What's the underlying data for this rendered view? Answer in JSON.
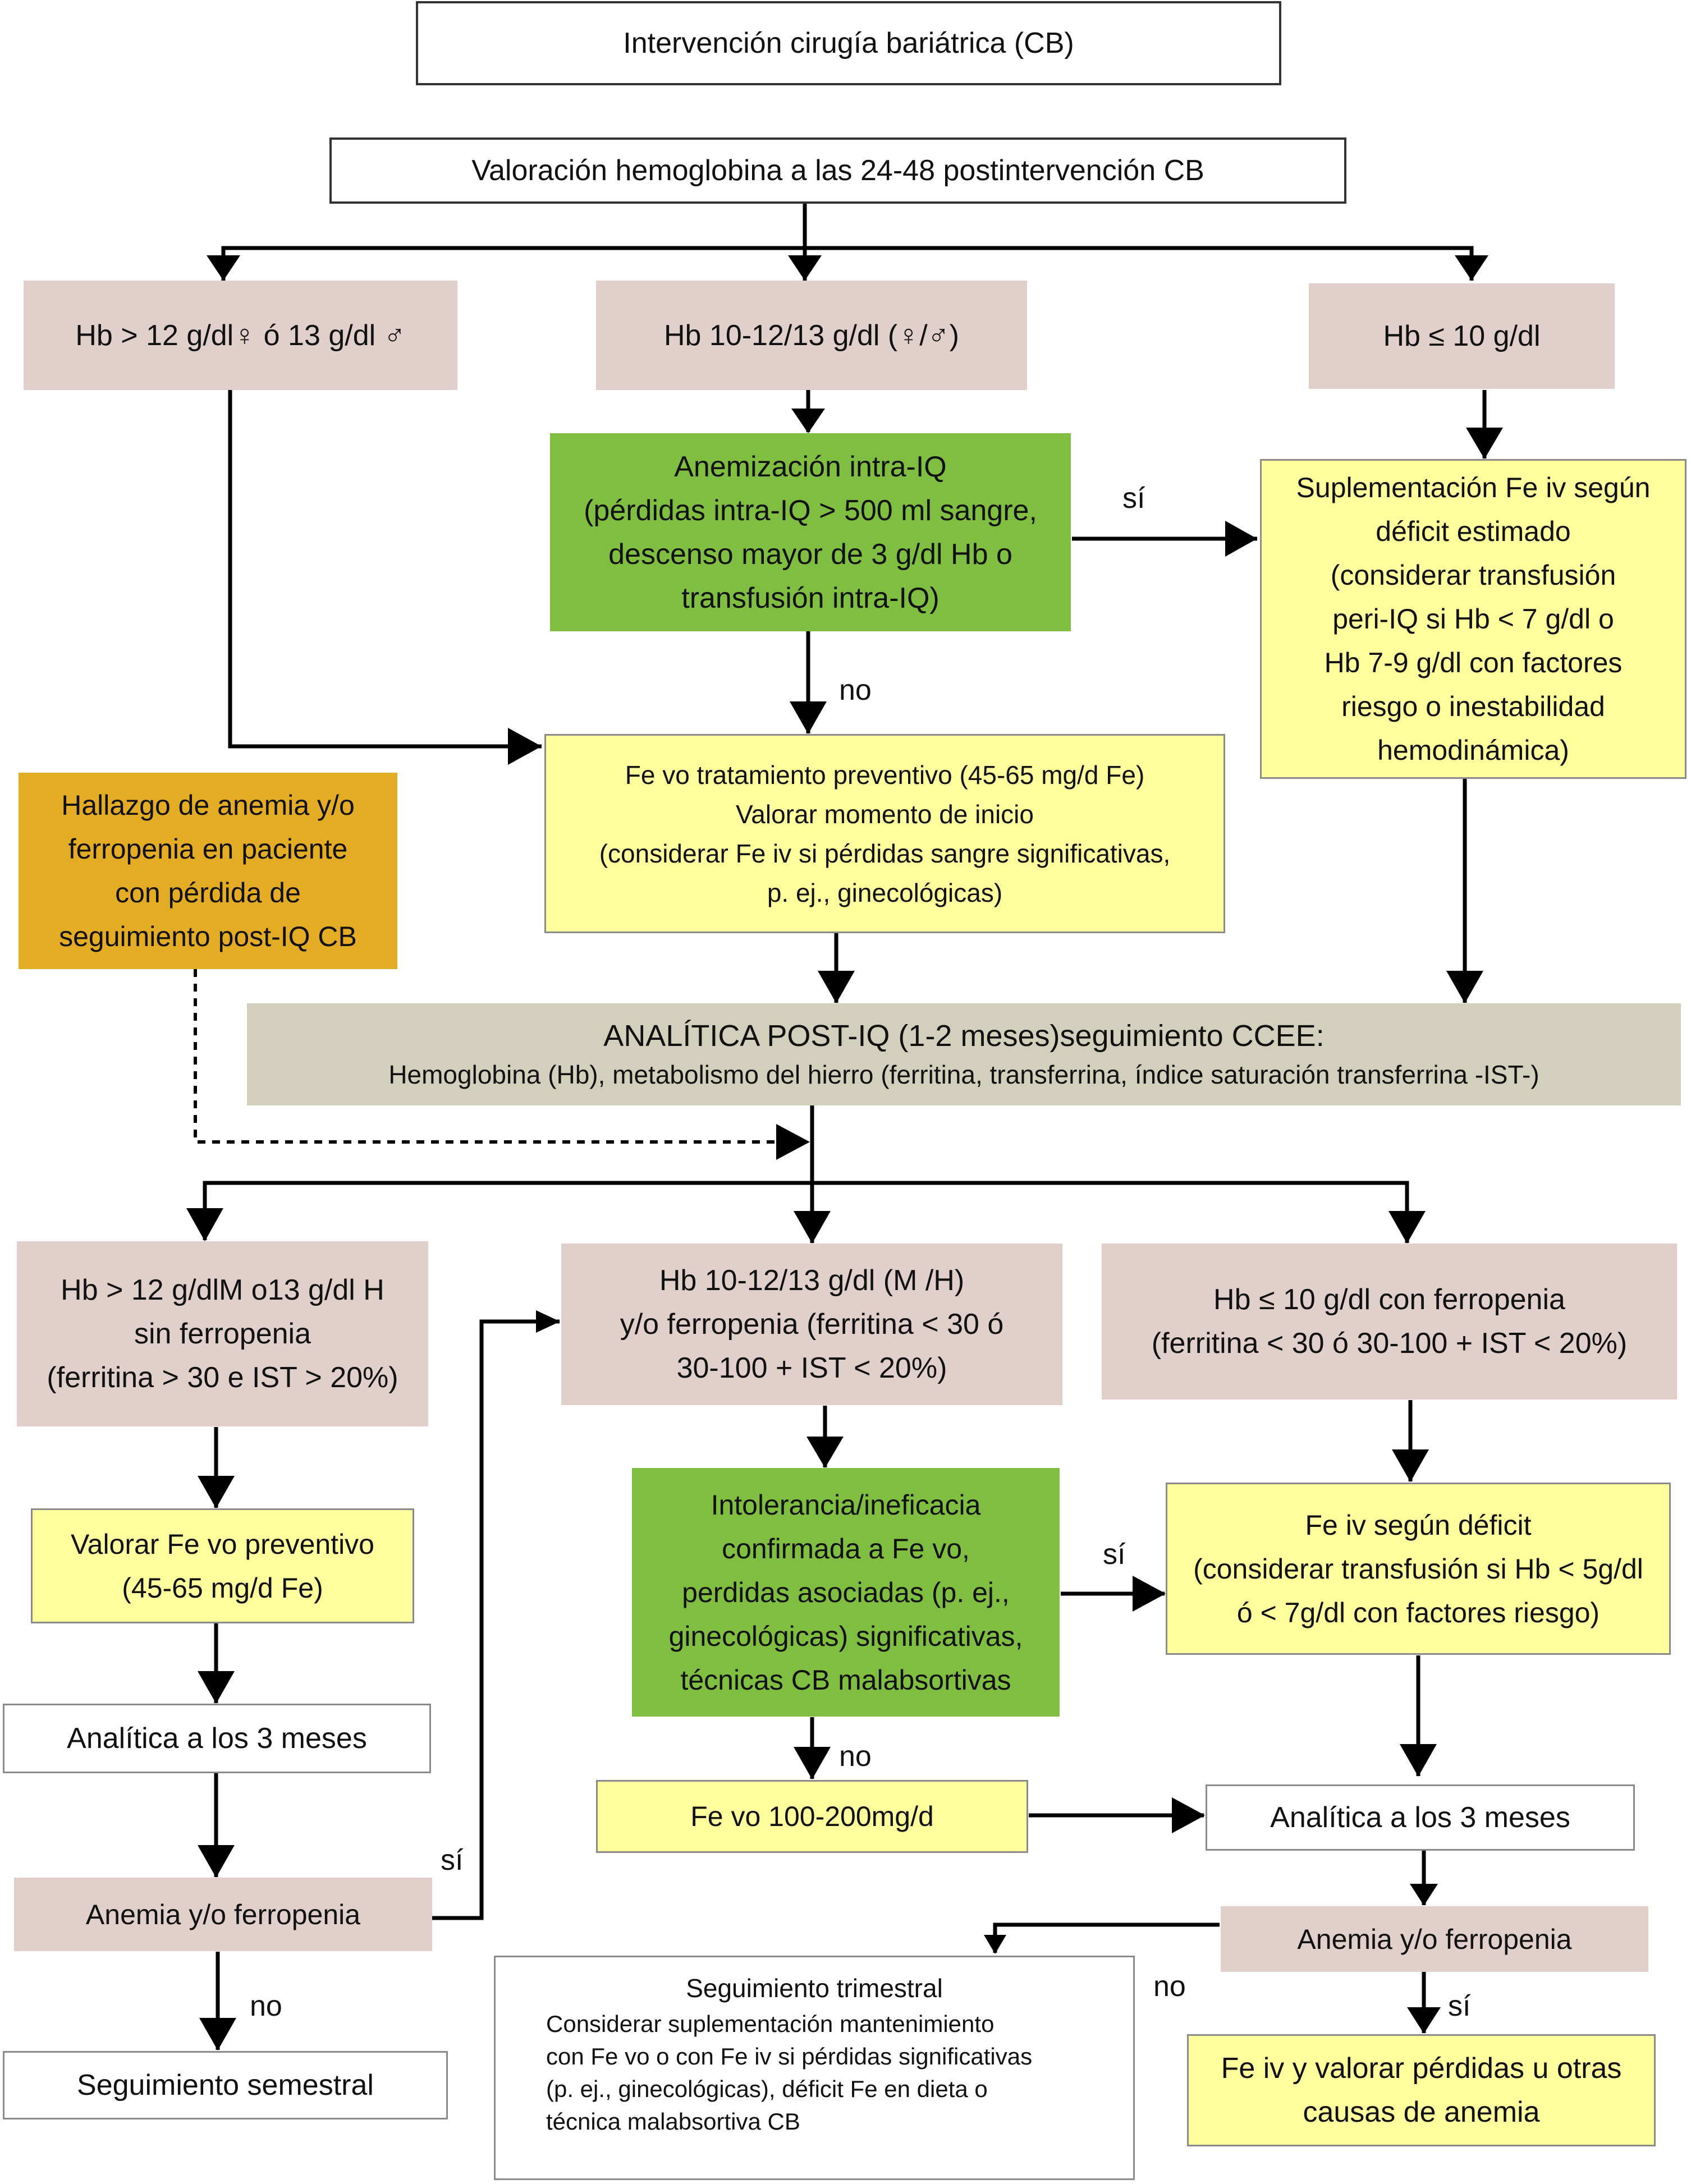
{
  "top": {
    "title": "Intervención cirugía bariátrica (CB)",
    "valoracion": "Valoración hemoglobina a las 24-48 postintervención CB"
  },
  "row1": {
    "left": "Hb > 12 g/dl♀ ó 13 g/dl ♂",
    "center": "Hb 10-12/13 g/dl (♀/♂)",
    "right": "Hb ≤ 10 g/dl"
  },
  "anemizacion": {
    "lines": [
      "Anemización intra-IQ",
      "(pérdidas intra-IQ > 500 ml sangre,",
      "descenso mayor de 3 g/dl Hb o",
      "transfusión intra-IQ)"
    ]
  },
  "suplementacion": {
    "lines": [
      "Suplementación Fe iv según",
      "déficit estimado",
      "(considerar transfusión",
      "peri-IQ si Hb < 7 g/dl o",
      "Hb 7-9 g/dl con factores",
      "riesgo o inestabilidad",
      "hemodinámica)"
    ]
  },
  "fe_vo_preventivo": {
    "lines": [
      "Fe vo tratamiento preventivo (45-65 mg/d Fe)",
      "Valorar momento de inicio",
      "(considerar Fe iv si pérdidas sangre significativas,",
      "p. ej., ginecológicas)"
    ]
  },
  "hallazgo": {
    "lines": [
      "Hallazgo de anemia y/o",
      "ferropenia en paciente",
      "con pérdida de",
      "seguimiento post-IQ CB"
    ]
  },
  "analitica_post": {
    "line1": "ANALÍTICA POST-IQ (1-2 meses)seguimiento CCEE:",
    "line2": "Hemoglobina (Hb), metabolismo del hierro (ferritina, transferrina, índice saturación transferrina -IST-)"
  },
  "row2": {
    "left": [
      "Hb > 12 g/dlM o13 g/dl H",
      "sin ferropenia",
      "(ferritina > 30 e IST > 20%)"
    ],
    "center": [
      "Hb 10-12/13 g/dl (M /H)",
      "y/o ferropenia (ferritina < 30 ó",
      "30-100 + IST < 20%)"
    ],
    "right": [
      "Hb ≤ 10 g/dl con ferropenia",
      "(ferritina < 30 ó 30-100 + IST < 20%)"
    ]
  },
  "left_col": {
    "valorar": [
      "Valorar Fe vo preventivo",
      "(45-65 mg/d Fe)"
    ],
    "analitica": "Analítica a los 3 meses",
    "anemia": "Anemia y/o ferropenia",
    "seguimiento": "Seguimiento semestral"
  },
  "center_col": {
    "intolerancia": [
      "Intolerancia/ineficacia",
      "confirmada a Fe vo,",
      "perdidas asociadas (p. ej.,",
      "ginecológicas) significativas,",
      "técnicas CB malabsortivas"
    ],
    "fe_vo_100": "Fe vo 100-200mg/d"
  },
  "right_col": {
    "fe_iv_deficit": [
      "Fe iv según déficit",
      "(considerar transfusión si Hb < 5g/dl",
      "ó < 7g/dl con factores riesgo)"
    ],
    "analitica": "Analítica a los 3 meses",
    "anemia": "Anemia y/o ferropenia",
    "fe_iv_valorar": [
      "Fe iv  y valorar pérdidas u otras",
      "causas de anemia"
    ]
  },
  "seguimiento_trimestral": {
    "title": "Seguimiento trimestral",
    "lines": [
      "Considerar suplementación mantenimiento",
      "con Fe vo o con Fe iv si pérdidas significativas",
      "(p. ej., ginecológicas), déficit Fe en dieta o",
      "técnica malabsortiva CB"
    ]
  },
  "labels": {
    "si": "sí",
    "no": "no"
  }
}
